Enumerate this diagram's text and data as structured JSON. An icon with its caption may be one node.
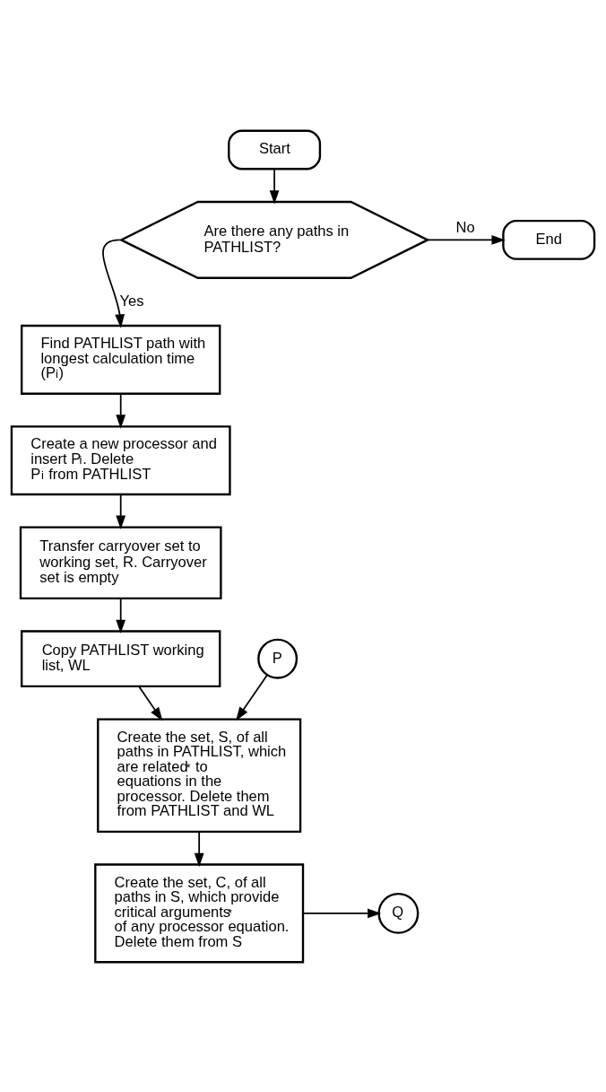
{
  "diagram": {
    "nodes": [
      {
        "text": [
          "Start"
        ]
      },
      {
        "text": [
          "Are there any paths in PATHLIST?"
        ]
      },
      {
        "text": [
          "End"
        ]
      },
      {
        "text": [
          "Find PATHLIST path with longest calculation time (P$_{i}$)"
        ]
      },
      {
        "text": [
          "Create a new processor and insert P$_{i}$. Delete P$_{i}$ from PATHLIST"
        ]
      },
      {
        "text": [
          "Transfer carryover set to working set, R. Carryover set is empty"
        ]
      },
      {
        "text": [
          "Copy PATHLIST working list, WL"
        ]
      },
      {
        "text": [
          "P"
        ]
      },
      {
        "text": [
          "Create the set, S, of all paths in PATHLIST, which are related$^{*}$ to equations in the processor. Delete them from PATHLIST and WL"
        ]
      },
      {
        "text": [
          "Create the set, C, of all paths in S, which provide critical arguments$^{*}$ of any processor equation. Delete them from S"
        ]
      },
      {
        "text": [
          "Q"
        ]
      }
    ],
    "edges": [
      {
        "from": 0,
        "to": 1,
        "arrow": "to"
      },
      {
        "from": 1,
        "to": 2,
        "arrow": "to",
        "label": "No"
      },
      {
        "from": 1,
        "to": 3,
        "arrow": "to",
        "label": "Yes"
      },
      {
        "from": 3,
        "to": 4,
        "arrow": "to"
      },
      {
        "from": 4,
        "to": 5,
        "arrow": "to"
      },
      {
        "from": 5,
        "to": 6,
        "arrow": "to"
      },
      {
        "from": 6,
        "to": 8,
        "arrow": "to"
      },
      {
        "from": 7,
        "to": 8,
        "arrow": "to"
      },
      {
        "from": 8,
        "to": 9,
        "arrow": "to"
      },
      {
        "from": 9,
        "to": 10,
        "arrow": "to"
      }
    ]
  }
}
